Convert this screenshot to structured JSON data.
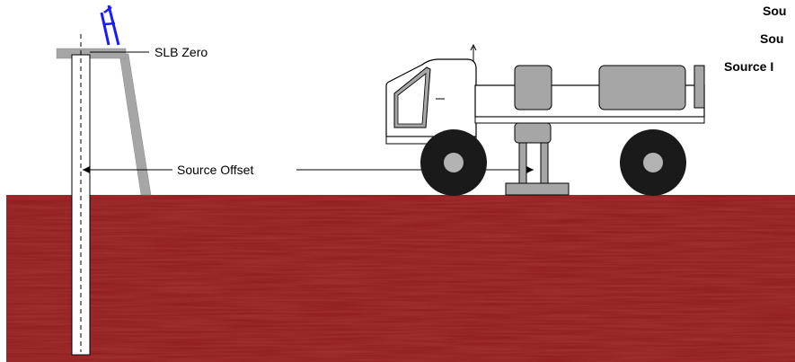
{
  "labels": {
    "slb_zero": "SLB Zero",
    "source_offset": "Source Offset"
  },
  "side_labels": [
    "Sou",
    "Sou",
    "Source I"
  ],
  "colors": {
    "ground": "#8e1b1b",
    "ground_dark": "#6f1010",
    "ground_light": "#b03434",
    "rig": "#a6a6a6",
    "tool": "#1a1aff",
    "tire": "#1a1a1a",
    "hub": "#b3b3b3",
    "line": "#000000"
  },
  "icons": {
    "tool_at_top": "logging-tool-icon",
    "truck": "vibroseis-truck-icon",
    "borehole": "borehole-icon"
  }
}
